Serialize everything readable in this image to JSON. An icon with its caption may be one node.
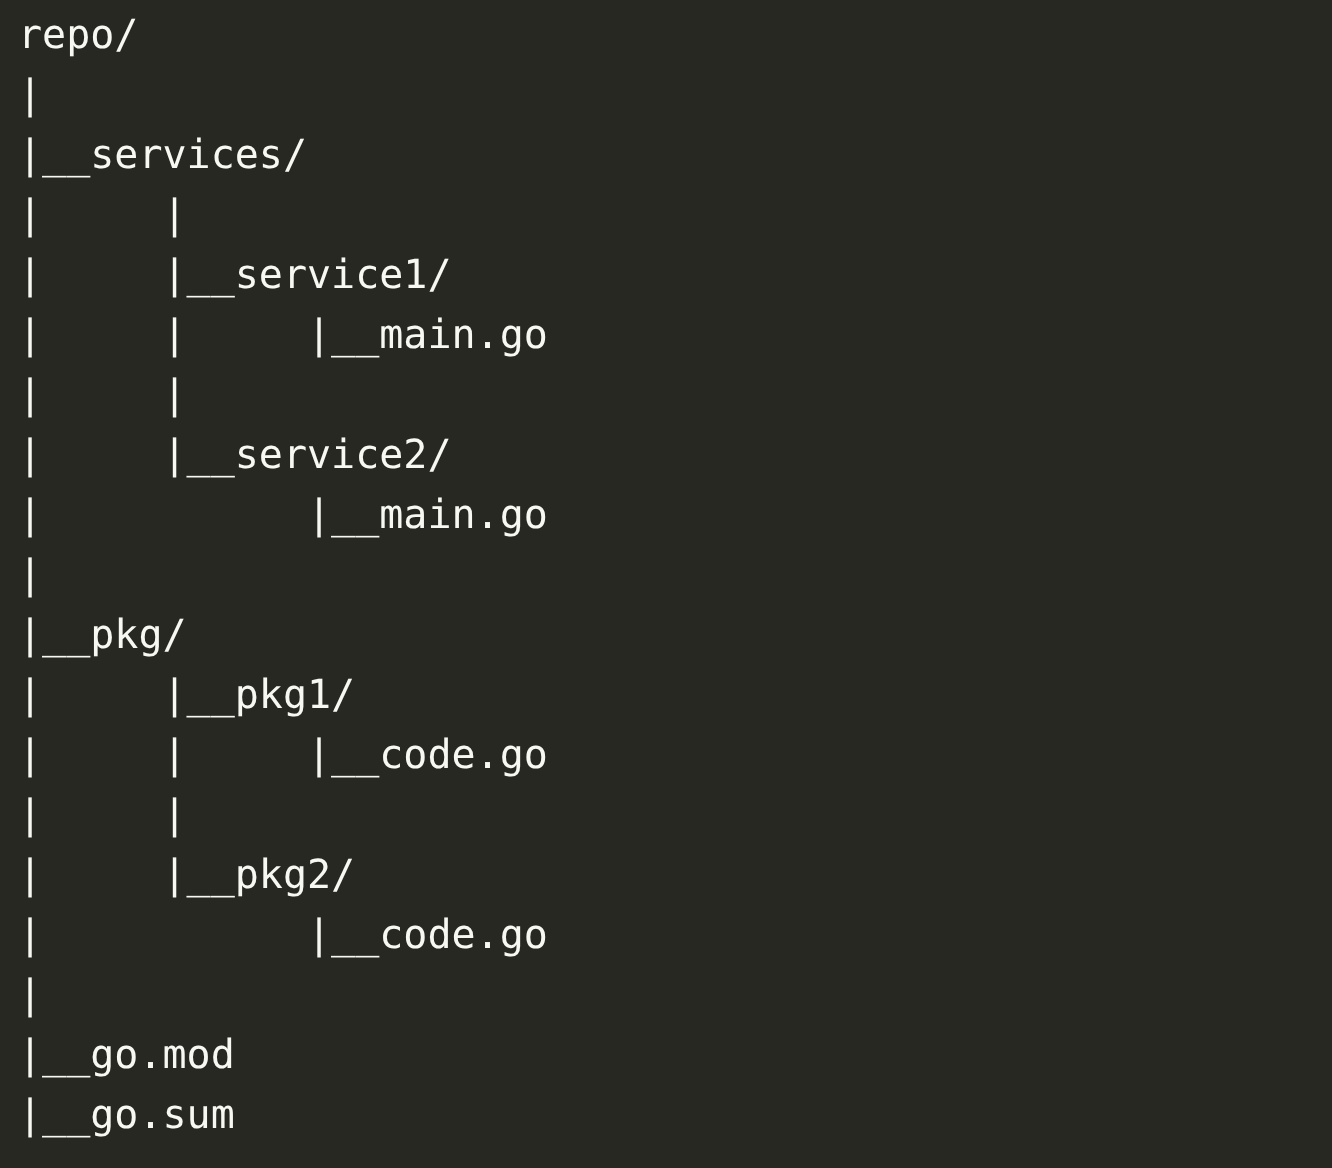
{
  "diagram": {
    "labels": [
      "repo/",
      "|",
      "|__services/",
      "|     |",
      "|     |__service1/",
      "|     |     |__main.go",
      "|     |",
      "|     |__service2/",
      "|           |__main.go",
      "|",
      "|__pkg/",
      "|     |__pkg1/",
      "|     |     |__code.go",
      "|     |",
      "|     |__pkg2/",
      "|           |__code.go",
      "|",
      "|__go.mod",
      "|__go.sum"
    ]
  }
}
